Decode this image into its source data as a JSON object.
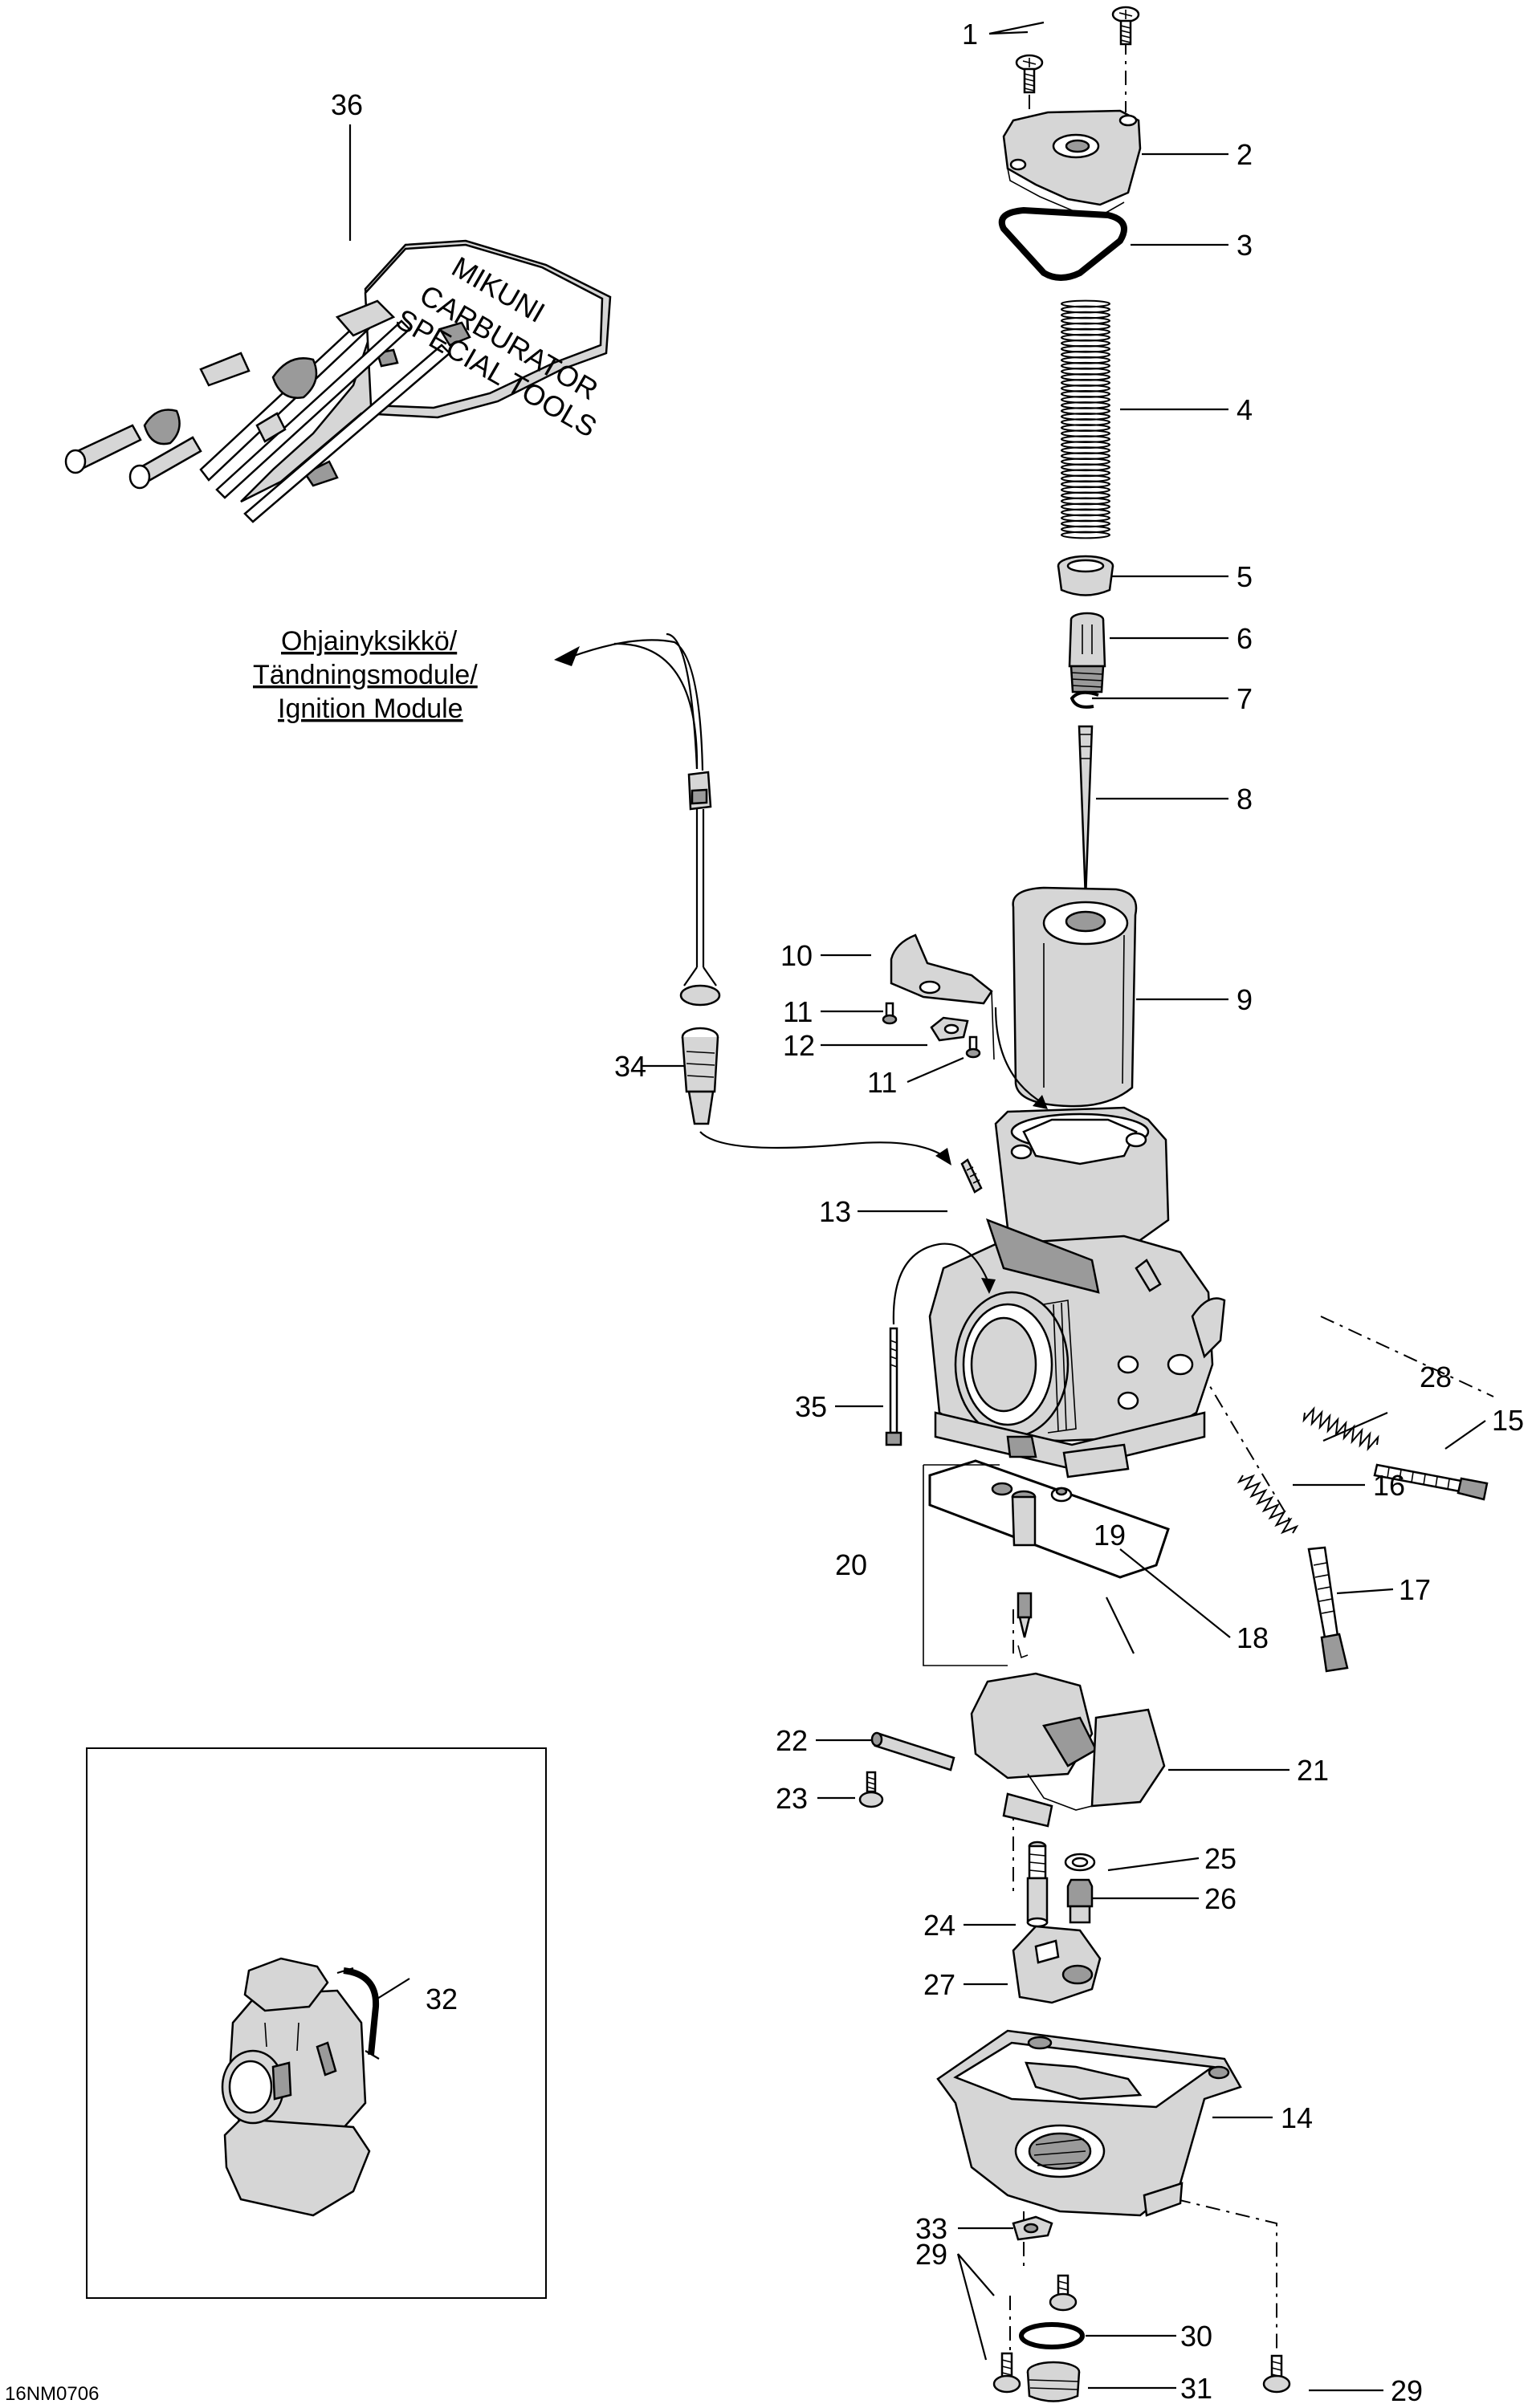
{
  "callouts": [
    {
      "id": "1",
      "label": "1"
    },
    {
      "id": "2",
      "label": "2"
    },
    {
      "id": "3",
      "label": "3"
    },
    {
      "id": "4",
      "label": "4"
    },
    {
      "id": "5",
      "label": "5"
    },
    {
      "id": "6",
      "label": "6"
    },
    {
      "id": "7",
      "label": "7"
    },
    {
      "id": "8",
      "label": "8"
    },
    {
      "id": "9",
      "label": "9"
    },
    {
      "id": "10",
      "label": "10"
    },
    {
      "id": "11a",
      "label": "11"
    },
    {
      "id": "12",
      "label": "12"
    },
    {
      "id": "11b",
      "label": "11"
    },
    {
      "id": "13",
      "label": "13"
    },
    {
      "id": "14",
      "label": "14"
    },
    {
      "id": "15",
      "label": "15"
    },
    {
      "id": "16",
      "label": "16"
    },
    {
      "id": "17",
      "label": "17"
    },
    {
      "id": "18",
      "label": "18"
    },
    {
      "id": "19",
      "label": "19"
    },
    {
      "id": "20",
      "label": "20"
    },
    {
      "id": "21",
      "label": "21"
    },
    {
      "id": "22",
      "label": "22"
    },
    {
      "id": "23",
      "label": "23"
    },
    {
      "id": "24",
      "label": "24"
    },
    {
      "id": "25",
      "label": "25"
    },
    {
      "id": "26",
      "label": "26"
    },
    {
      "id": "27",
      "label": "27"
    },
    {
      "id": "28",
      "label": "28"
    },
    {
      "id": "29a",
      "label": "29"
    },
    {
      "id": "29b",
      "label": "29"
    },
    {
      "id": "30",
      "label": "30"
    },
    {
      "id": "31",
      "label": "31"
    },
    {
      "id": "32",
      "label": "32"
    },
    {
      "id": "33",
      "label": "33"
    },
    {
      "id": "34",
      "label": "34"
    },
    {
      "id": "35",
      "label": "35"
    },
    {
      "id": "36",
      "label": "36"
    }
  ],
  "module_label": {
    "line1": "Ohjainyksikkö/",
    "line2": "Tändningsmodule/",
    "line3": "Ignition Module"
  },
  "tool_kit_text": {
    "brand": "MIKUNI",
    "line2": "CARBURATOR",
    "line3": "SPECIAL TOOLS"
  },
  "reference_code": "16NM0706"
}
